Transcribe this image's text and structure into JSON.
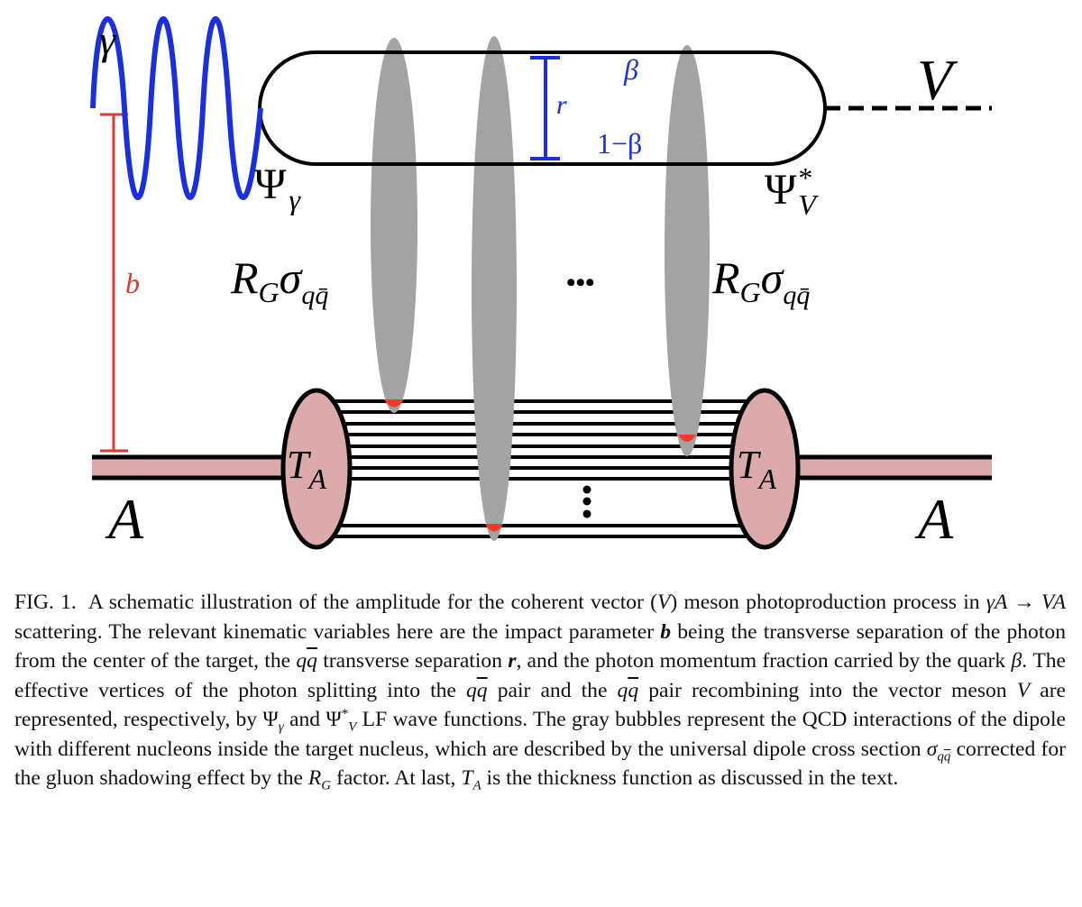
{
  "figure": {
    "labels": {
      "gamma": "γ",
      "psi_gamma": "Ψ",
      "psi_gamma_sub": "γ",
      "psi_v": "Ψ",
      "psi_v_sup": "*",
      "psi_v_sub": "V",
      "v": "V",
      "r": "r",
      "beta": "β",
      "one_minus_beta": "1−β",
      "b": "b",
      "rg": "R",
      "rg_sub": "G",
      "sigma": "σ",
      "sigma_sub": "qq̄",
      "ellipsis": "•••",
      "ta": "T",
      "ta_sub": "A",
      "a": "A"
    },
    "colors": {
      "photon": "#1a2fe0",
      "impact": "#e03a2e",
      "bubble": "#a3a3a3",
      "nucleus_fill": "#dcaaaa",
      "red_tip": "#f23a24",
      "line": "#000000"
    }
  },
  "caption": {
    "fig_label": "FIG. 1.",
    "s1": "A schematic illustration of the amplitude for the coherent vector (",
    "s2": ") meson photoproduction process in",
    "s3": "scattering.  The relevant kinematic variables here are the impact parameter",
    "s4": "being the transverse separation of the photon from the center of the target, the",
    "s5": "transverse separation",
    "s6": ", and the photon momentum fraction carried by the quark",
    "s7": ".  The effective vertices of the photon splitting into the",
    "s8": "pair and the",
    "s9": "pair recombining into the vector meson",
    "s10": "are represented, respectively, by",
    "s11": "and",
    "s12": "LF wave functions.  The gray bubbles represent the QCD interactions of the dipole with different nucleons inside the target nucleus, which are described by the universal dipole cross section",
    "s13": "corrected for the gluon shadowing effect by the",
    "s14": "factor.  At last,",
    "s15": "is the thickness function as discussed in the text.",
    "process": "γA → VA",
    "b_sym": "b",
    "r_sym": "r",
    "beta_sym": "β",
    "v_sym": "V",
    "psi": "Ψ",
    "gamma_sym": "γ",
    "star": "*",
    "q": "q",
    "qbar": "q",
    "sigma_sym": "σ",
    "r_cap": "R",
    "g_sub": "G",
    "t_cap": "T",
    "a_sub": "A"
  }
}
